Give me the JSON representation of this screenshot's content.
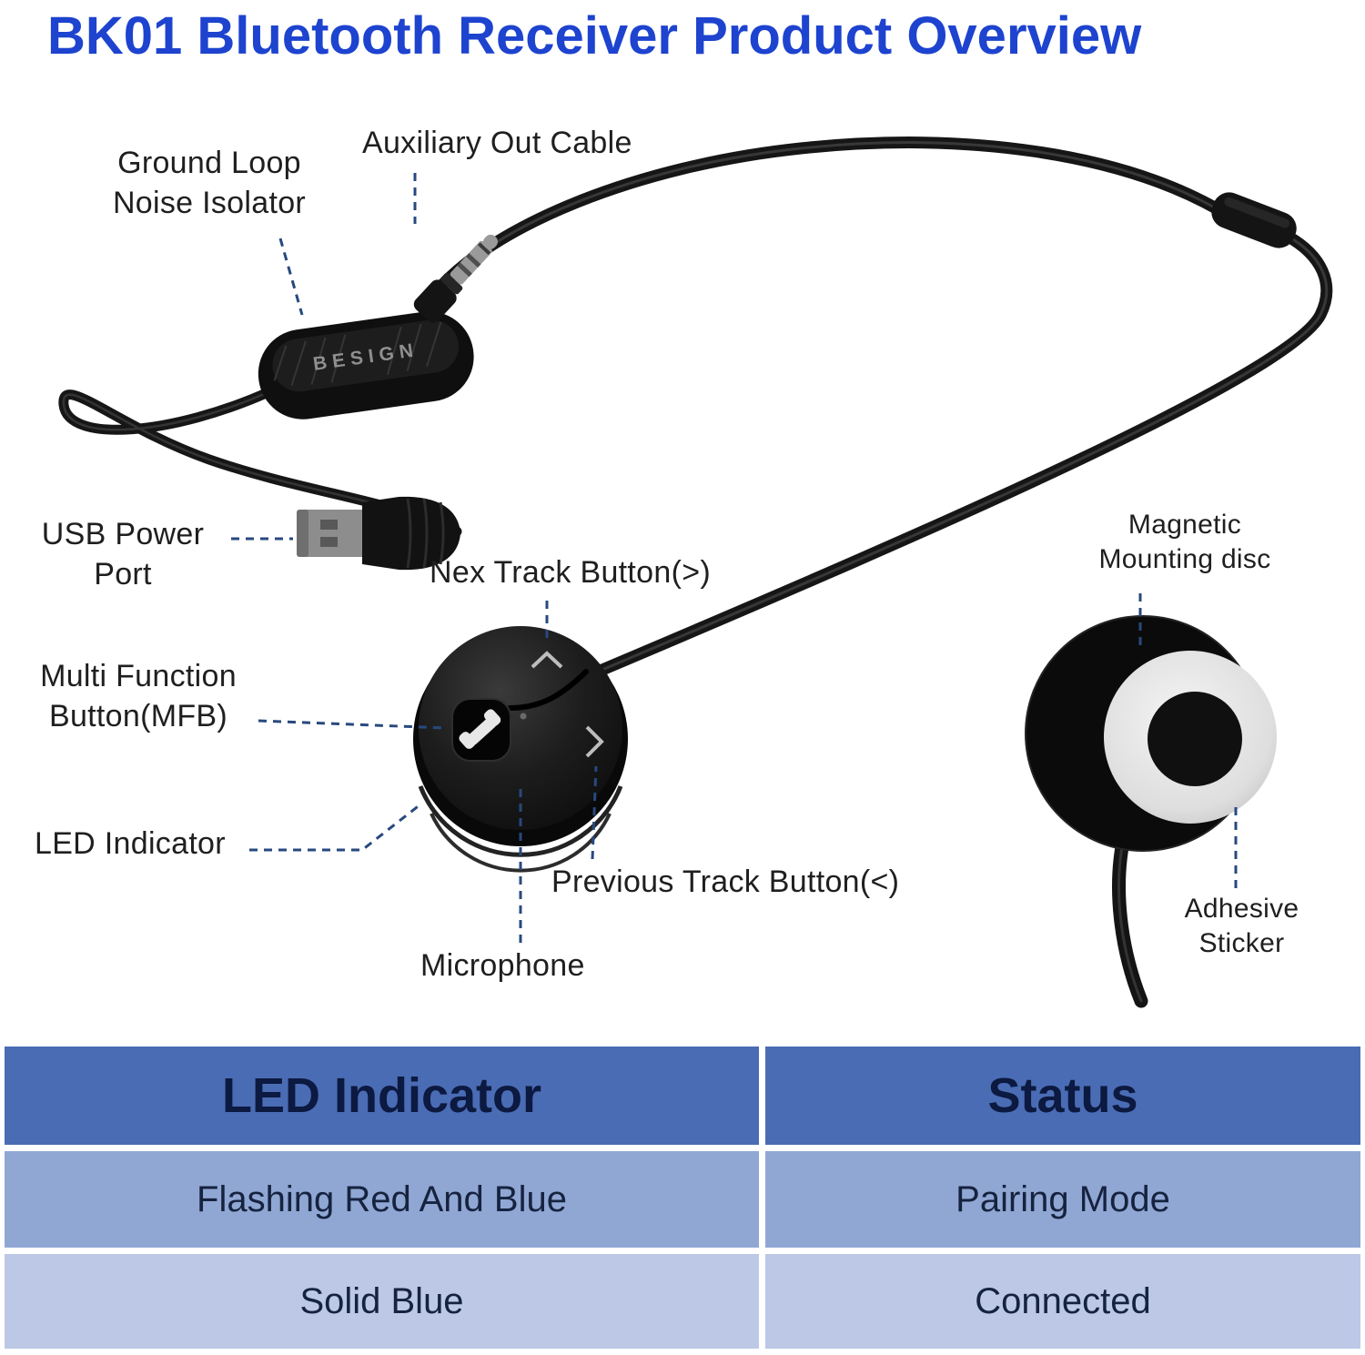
{
  "title": "BK01 Bluetooth Receiver Product Overview",
  "device": {
    "brand": "BESIGN"
  },
  "labels": {
    "ground_loop": "Ground Loop\nNoise Isolator",
    "aux_out": "Auxiliary Out Cable",
    "usb_power": "USB Power\nPort",
    "next_track": "Nex Track Button(>)",
    "mfb": "Multi Function\nButton(MFB)",
    "led": "LED Indicator",
    "prev_track": "Previous Track Button(<)",
    "microphone": "Microphone",
    "magnetic_disc": "Magnetic\nMounting disc",
    "adhesive": "Adhesive\nSticker"
  },
  "table": {
    "headers": [
      "LED Indicator",
      "Status"
    ],
    "rows": [
      [
        "Flashing Red And Blue",
        "Pairing Mode"
      ],
      [
        "Solid Blue",
        "Connected"
      ]
    ]
  },
  "colors": {
    "title_blue": "#1d43cf",
    "leader_line": "#27497e",
    "table_header": "#4a6cb4",
    "table_row_1": "#90a7d4",
    "table_row_2": "#bcc8e6",
    "device_black": "#111111"
  }
}
